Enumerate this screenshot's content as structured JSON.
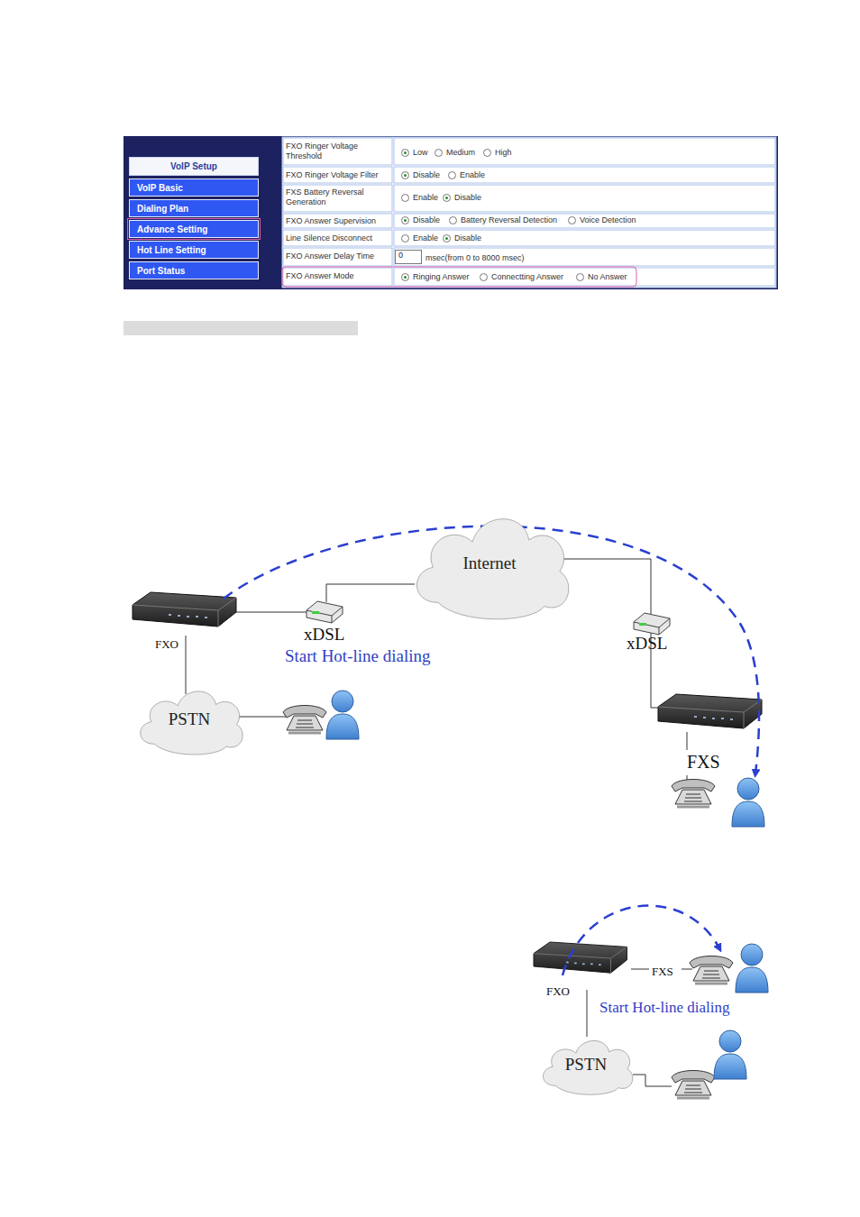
{
  "diagram": {
    "nodes": [
      {
        "text": [
          "VoIP Setup"
        ]
      },
      {
        "text": [
          "VoIP Basic"
        ]
      },
      {
        "text": [
          "Dialing Plan"
        ]
      },
      {
        "text": [
          "Advance Setting"
        ]
      },
      {
        "text": [
          "Hot Line Setting"
        ]
      },
      {
        "text": [
          "Port Status"
        ]
      },
      {
        "text": [
          "Internet"
        ]
      },
      {
        "text": [
          "PSTN"
        ]
      },
      {
        "text": [
          "PSTN"
        ]
      }
    ],
    "labels": [
      "FXO Ringer Voltage Threshold",
      "Low",
      "Medium",
      "High",
      "FXO Ringer Voltage Filter",
      "Disable",
      "Enable",
      "FXS Battery Reversal Generation",
      "Enable",
      "Disable",
      "FXO Answer Supervision",
      "Disable",
      "Battery Reversal Detection",
      "Voice Detection",
      "Line Silence Disconnect",
      "Enable",
      "Disable",
      "FXO Answer Delay Time",
      "0",
      "msec(from 0 to 8000 msec)",
      "FXO Answer Mode",
      "Ringing Answer",
      "Connectting Answer",
      "No Answer",
      "xDSL",
      "Start Hot-line dialing",
      "xDSL",
      "FXO",
      "FXS",
      "FXS",
      "FXO",
      "Start Hot-line dialing"
    ]
  }
}
